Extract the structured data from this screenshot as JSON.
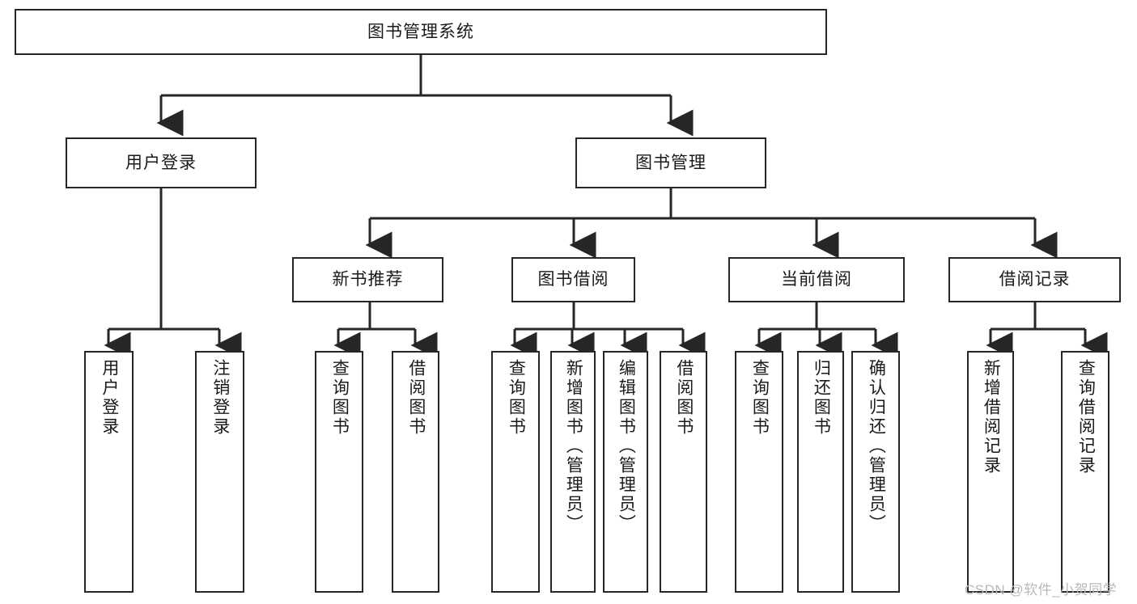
{
  "diagram": {
    "type": "tree-hierarchy",
    "orientation": "top-down",
    "title": "图书管理系统",
    "stroke_color": "#262626",
    "fill_color": "#ffffff",
    "text_color": "#1a1a1a",
    "levels": 4,
    "nodes": {
      "root": {
        "label": "图书管理系统"
      },
      "l2": [
        {
          "label": "用户登录"
        },
        {
          "label": "图书管理"
        }
      ],
      "l3": [
        {
          "label": "新书推荐"
        },
        {
          "label": "图书借阅"
        },
        {
          "label": "当前借阅"
        },
        {
          "label": "借阅记录"
        }
      ],
      "leaves": {
        "user_login": [
          {
            "label": "用户登录"
          },
          {
            "label": "注销登录"
          }
        ],
        "new_book_rec": [
          {
            "label": "查询图书"
          },
          {
            "label": "借阅图书"
          }
        ],
        "book_borrow": [
          {
            "label": "查询图书"
          },
          {
            "label": "新增图书（管理员）"
          },
          {
            "label": "编辑图书（管理员）"
          },
          {
            "label": "借阅图书"
          }
        ],
        "current_borrow": [
          {
            "label": "查询图书"
          },
          {
            "label": "归还图书"
          },
          {
            "label": "确认归还（管理员）"
          }
        ],
        "borrow_record": [
          {
            "label": "新增借阅记录"
          },
          {
            "label": "查询借阅记录"
          }
        ]
      }
    }
  },
  "watermark": {
    "text": "CSDN @软件_小贺同学"
  }
}
